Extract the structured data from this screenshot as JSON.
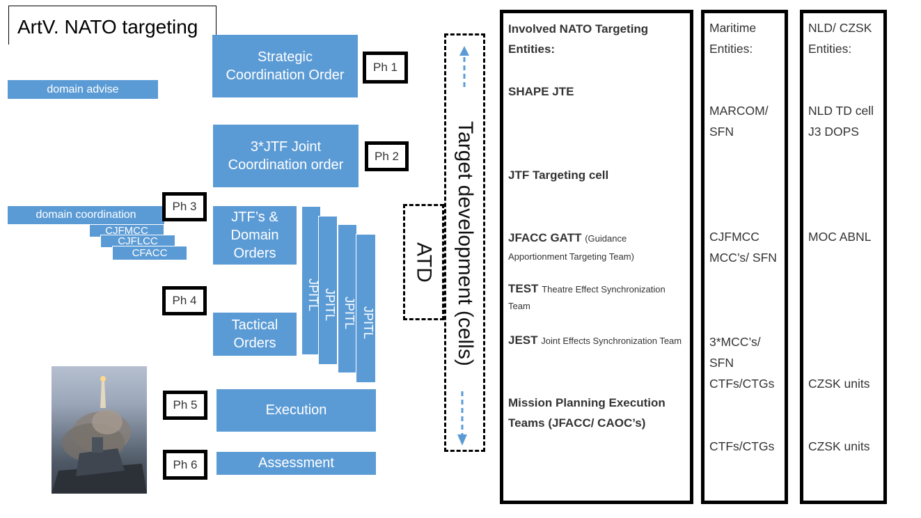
{
  "title": "ArtV. NATO targeting",
  "left": {
    "domain_advise": "domain advise",
    "domain_coordination": "domain coordination",
    "cjfmcc": "CJFMCC",
    "cjflcc": "CJFLCC",
    "cfacc": "CFACC"
  },
  "orders": {
    "strategic": "Strategic Coordination Order",
    "jtf3": "3*JTF Joint Coordination order",
    "jtf_domain": "JTF’s & Domain Orders",
    "tactical": "Tactical Orders",
    "execution": "Execution",
    "assessment": "Assessment"
  },
  "phases": [
    "Ph 1",
    "Ph 2",
    "Ph 3",
    "Ph 4",
    "Ph 5",
    "Ph 6"
  ],
  "jpitl": [
    "JPITL",
    "JPITL",
    "JPITL",
    "JPITL"
  ],
  "atd": "ATD",
  "target_development": "Target development (cells)",
  "nato_panel": {
    "header": "Involved NATO Targeting Entities:",
    "shape": "SHAPE JTE",
    "jtf_cell": "JTF Targeting cell",
    "jfacc_main": "JFACC GATT",
    "jfacc_sub": "(Guidance Apportionment Targeting Team)",
    "test_main": "TEST",
    "test_sub": "Theatre Effect Synchronization Team",
    "jest_main": "JEST",
    "jest_sub": "Joint Effects Synchronization Team",
    "mpet": "Mission Planning Execution Teams (JFACC/ CAOC’s)"
  },
  "maritime_panel": {
    "header": "Maritime Entities:",
    "r1": "MARCOM/ SFN",
    "r2a": "CJFMCC",
    "r2b": "MCC’s/ SFN",
    "r3a": "3*MCC’s/ SFN",
    "r3b": "CTFs/CTGs",
    "r4": "CTFs/CTGs"
  },
  "nld_panel": {
    "header": "NLD/ CZSK Entities:",
    "r1a": "NLD TD cell",
    "r1b": "J3 DOPS",
    "r2": "MOC ABNL",
    "r3": "CZSK units",
    "r4": "CZSK units"
  },
  "colors": {
    "box": "#5b9bd5",
    "arrow": "#5b9bd5",
    "border": "#000000"
  },
  "photo": {
    "icon": "missile-launch-photo"
  }
}
